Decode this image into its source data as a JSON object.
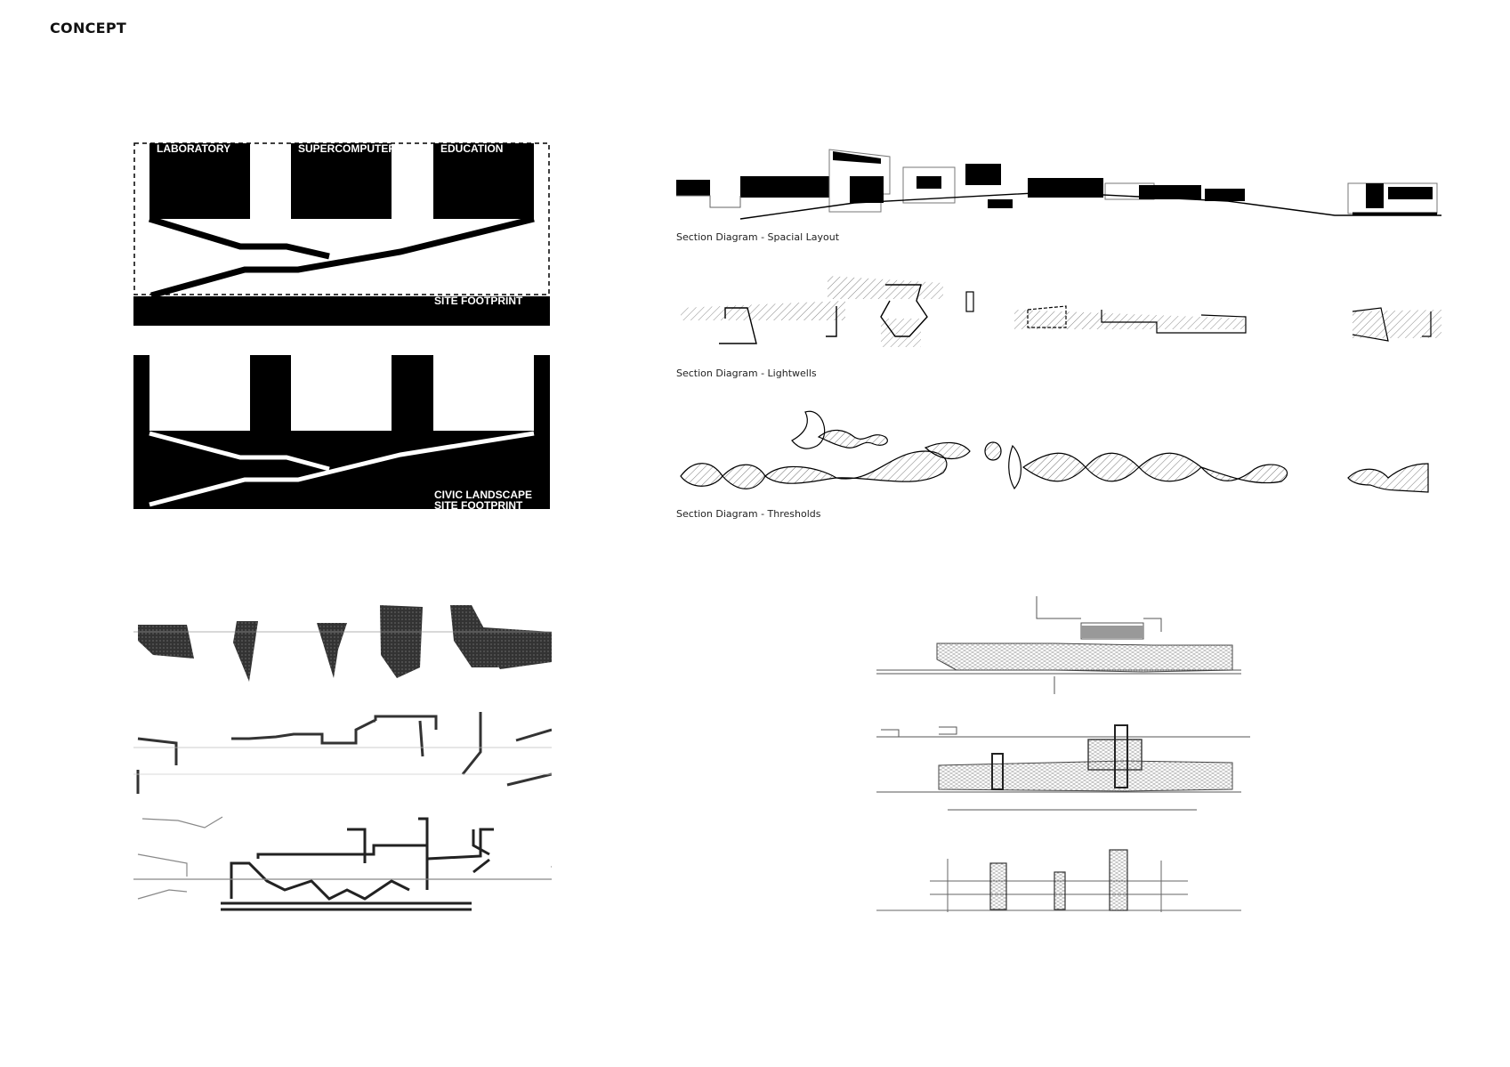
{
  "page": {
    "title": "CONCEPT"
  },
  "concept_top": {
    "labels": [
      "LABORATORY",
      "SUPERCOMPUTER",
      "EDUCATION"
    ],
    "footprint": "SITE FOOTPRINT"
  },
  "concept_bottom": {
    "line1": "CIVIC LANDSCAPE",
    "line2": "SITE FOOTPRINT"
  },
  "sections": [
    {
      "caption": "Section Diagram - Spacial Layout"
    },
    {
      "caption": "Section Diagram - Lightwells"
    },
    {
      "caption": "Section Diagram - Thresholds"
    }
  ]
}
